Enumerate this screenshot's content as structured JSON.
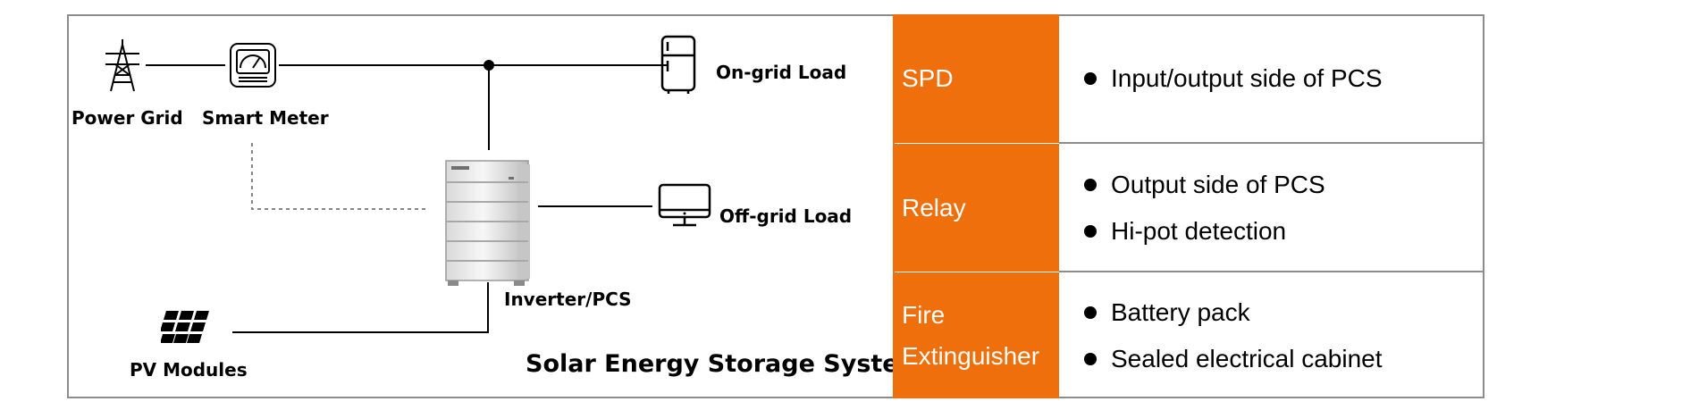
{
  "diagram": {
    "labels": {
      "power_grid": "Power Grid",
      "smart_meter": "Smart Meter",
      "on_grid_load": "On-grid Load",
      "off_grid_load": "Off-grid Load",
      "inverter": "Inverter/PCS",
      "pv_modules": "PV Modules"
    },
    "system_title": "Solar Energy Storage System"
  },
  "table": {
    "rows": [
      {
        "component": [
          "SPD"
        ],
        "locations": [
          "Input/output side of PCS"
        ]
      },
      {
        "component": [
          "Relay"
        ],
        "locations": [
          "Output side of PCS",
          "Hi-pot detection"
        ]
      },
      {
        "component": [
          "Fire",
          "Extinguisher"
        ],
        "locations": [
          "Battery pack",
          "Sealed electrical cabinet"
        ]
      }
    ]
  },
  "colors": {
    "accent": "#ee6f0c",
    "border": "#8c8c8c",
    "line": "#000000"
  }
}
